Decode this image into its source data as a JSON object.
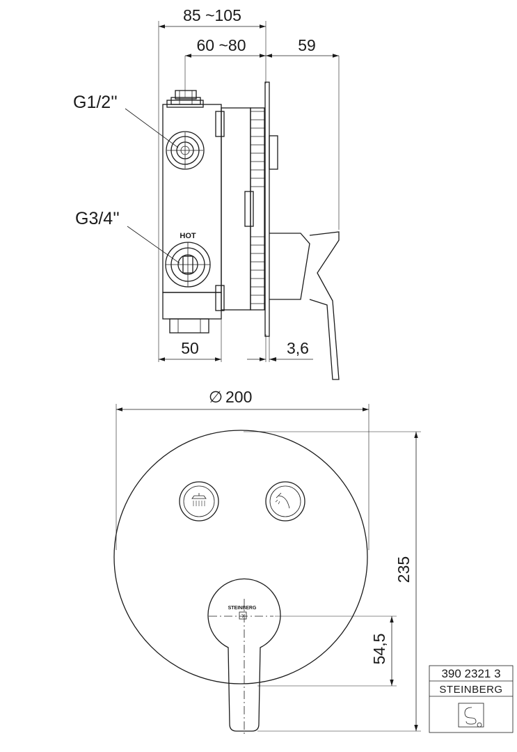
{
  "dimensions": {
    "depth_range": "85 ~105",
    "inner_range": "60 ~80",
    "projection": "59",
    "box_width": "50",
    "plate_thickness": "3,6",
    "diameter_symbol": "∅",
    "diameter": "200",
    "total_height": "235",
    "lever_offset": "54,5"
  },
  "connections": {
    "upper": "G1/2''",
    "lower": "G3/4''",
    "hot_mark": "HOT"
  },
  "faceplate": {
    "brand_mark": "STEINBERG",
    "left_button_icon": "shower-head-icon",
    "right_button_icon": "hand-shower-icon"
  },
  "title_block": {
    "article_number": "390 2321 3",
    "brand": "STEINBERG",
    "logo_icon": "steinberg-logo-icon"
  }
}
